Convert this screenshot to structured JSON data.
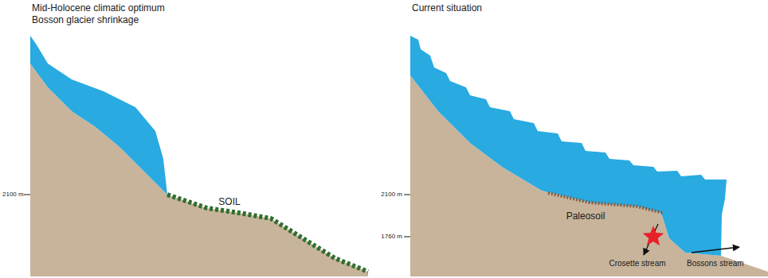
{
  "diagram": {
    "labels": [
      "Mid-Holocene climatic optimum",
      "Bosson glacier shrinkage",
      "2100 m",
      "SOIL",
      "Current situation",
      "2100 m",
      "1760 m",
      "Paleosoil",
      "Crosette stream",
      "Bossons stream"
    ]
  }
}
